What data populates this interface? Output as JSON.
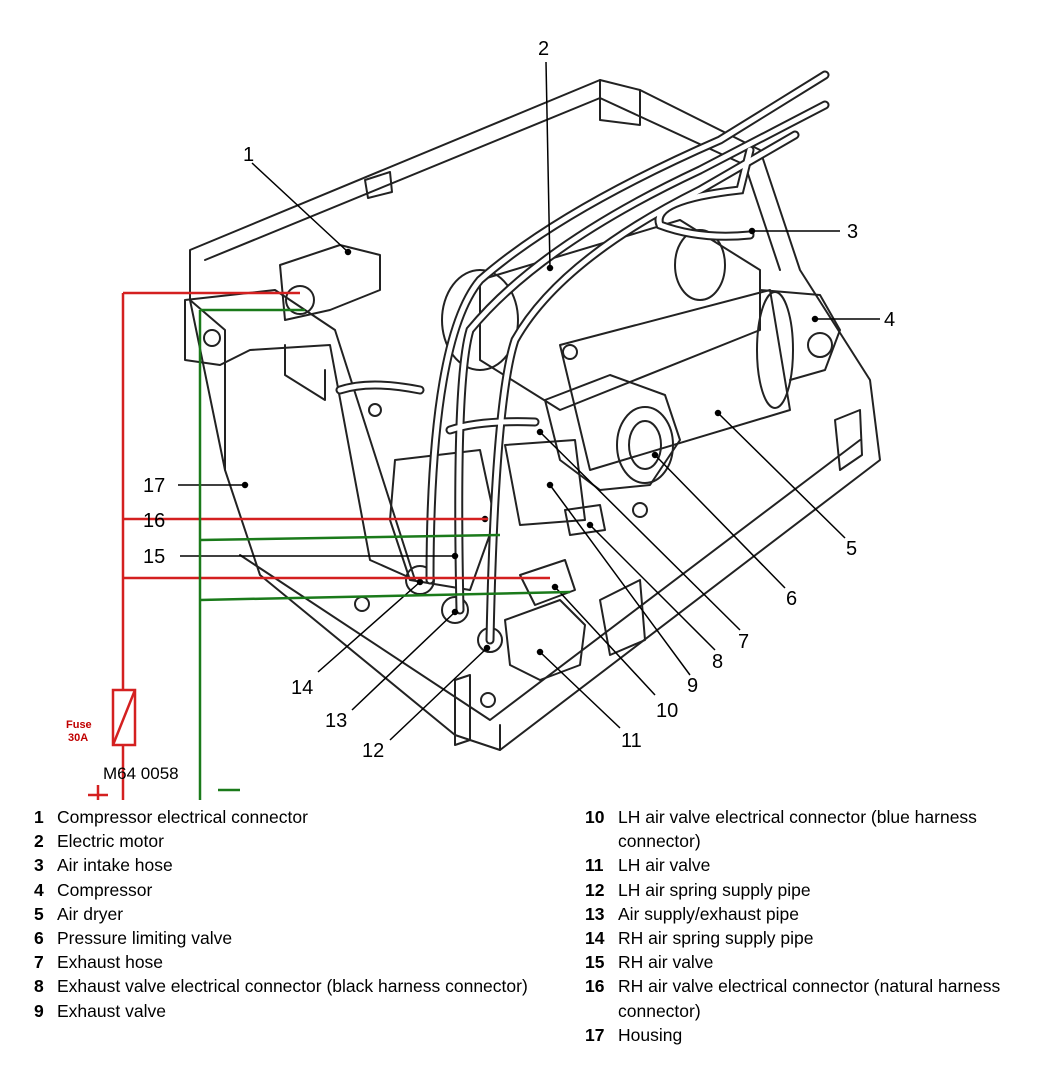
{
  "figure": {
    "reference": "M64 0058",
    "fuse_label_line1": "Fuse",
    "fuse_label_line2": "30A",
    "plus_sign": "+",
    "minus_sign": "—",
    "callouts": [
      "1",
      "2",
      "3",
      "4",
      "5",
      "6",
      "7",
      "8",
      "9",
      "10",
      "11",
      "12",
      "13",
      "14",
      "15",
      "16",
      "17"
    ],
    "colors": {
      "positive_wire": "#d42020",
      "ground_wire": "#1a7a1a",
      "outline": "#222222"
    }
  },
  "legend_left": [
    {
      "num": "1",
      "text": "Compressor electrical connector"
    },
    {
      "num": "2",
      "text": "Electric motor"
    },
    {
      "num": "3",
      "text": "Air intake hose"
    },
    {
      "num": "4",
      "text": "Compressor"
    },
    {
      "num": "5",
      "text": "Air dryer"
    },
    {
      "num": "6",
      "text": "Pressure limiting valve"
    },
    {
      "num": "7",
      "text": "Exhaust hose"
    },
    {
      "num": "8",
      "text": "Exhaust valve electrical connector (black harness connector)"
    },
    {
      "num": "9",
      "text": "Exhaust valve"
    }
  ],
  "legend_right": [
    {
      "num": "10",
      "text": "LH air valve electrical connector (blue harness connector)"
    },
    {
      "num": "11",
      "text": "LH air valve"
    },
    {
      "num": "12",
      "text": "LH air spring supply pipe"
    },
    {
      "num": "13",
      "text": "Air supply/exhaust pipe"
    },
    {
      "num": "14",
      "text": "RH air spring supply pipe"
    },
    {
      "num": "15",
      "text": "RH air valve"
    },
    {
      "num": "16",
      "text": "RH air valve electrical connector (natural harness connector)"
    },
    {
      "num": "17",
      "text": "Housing"
    }
  ]
}
